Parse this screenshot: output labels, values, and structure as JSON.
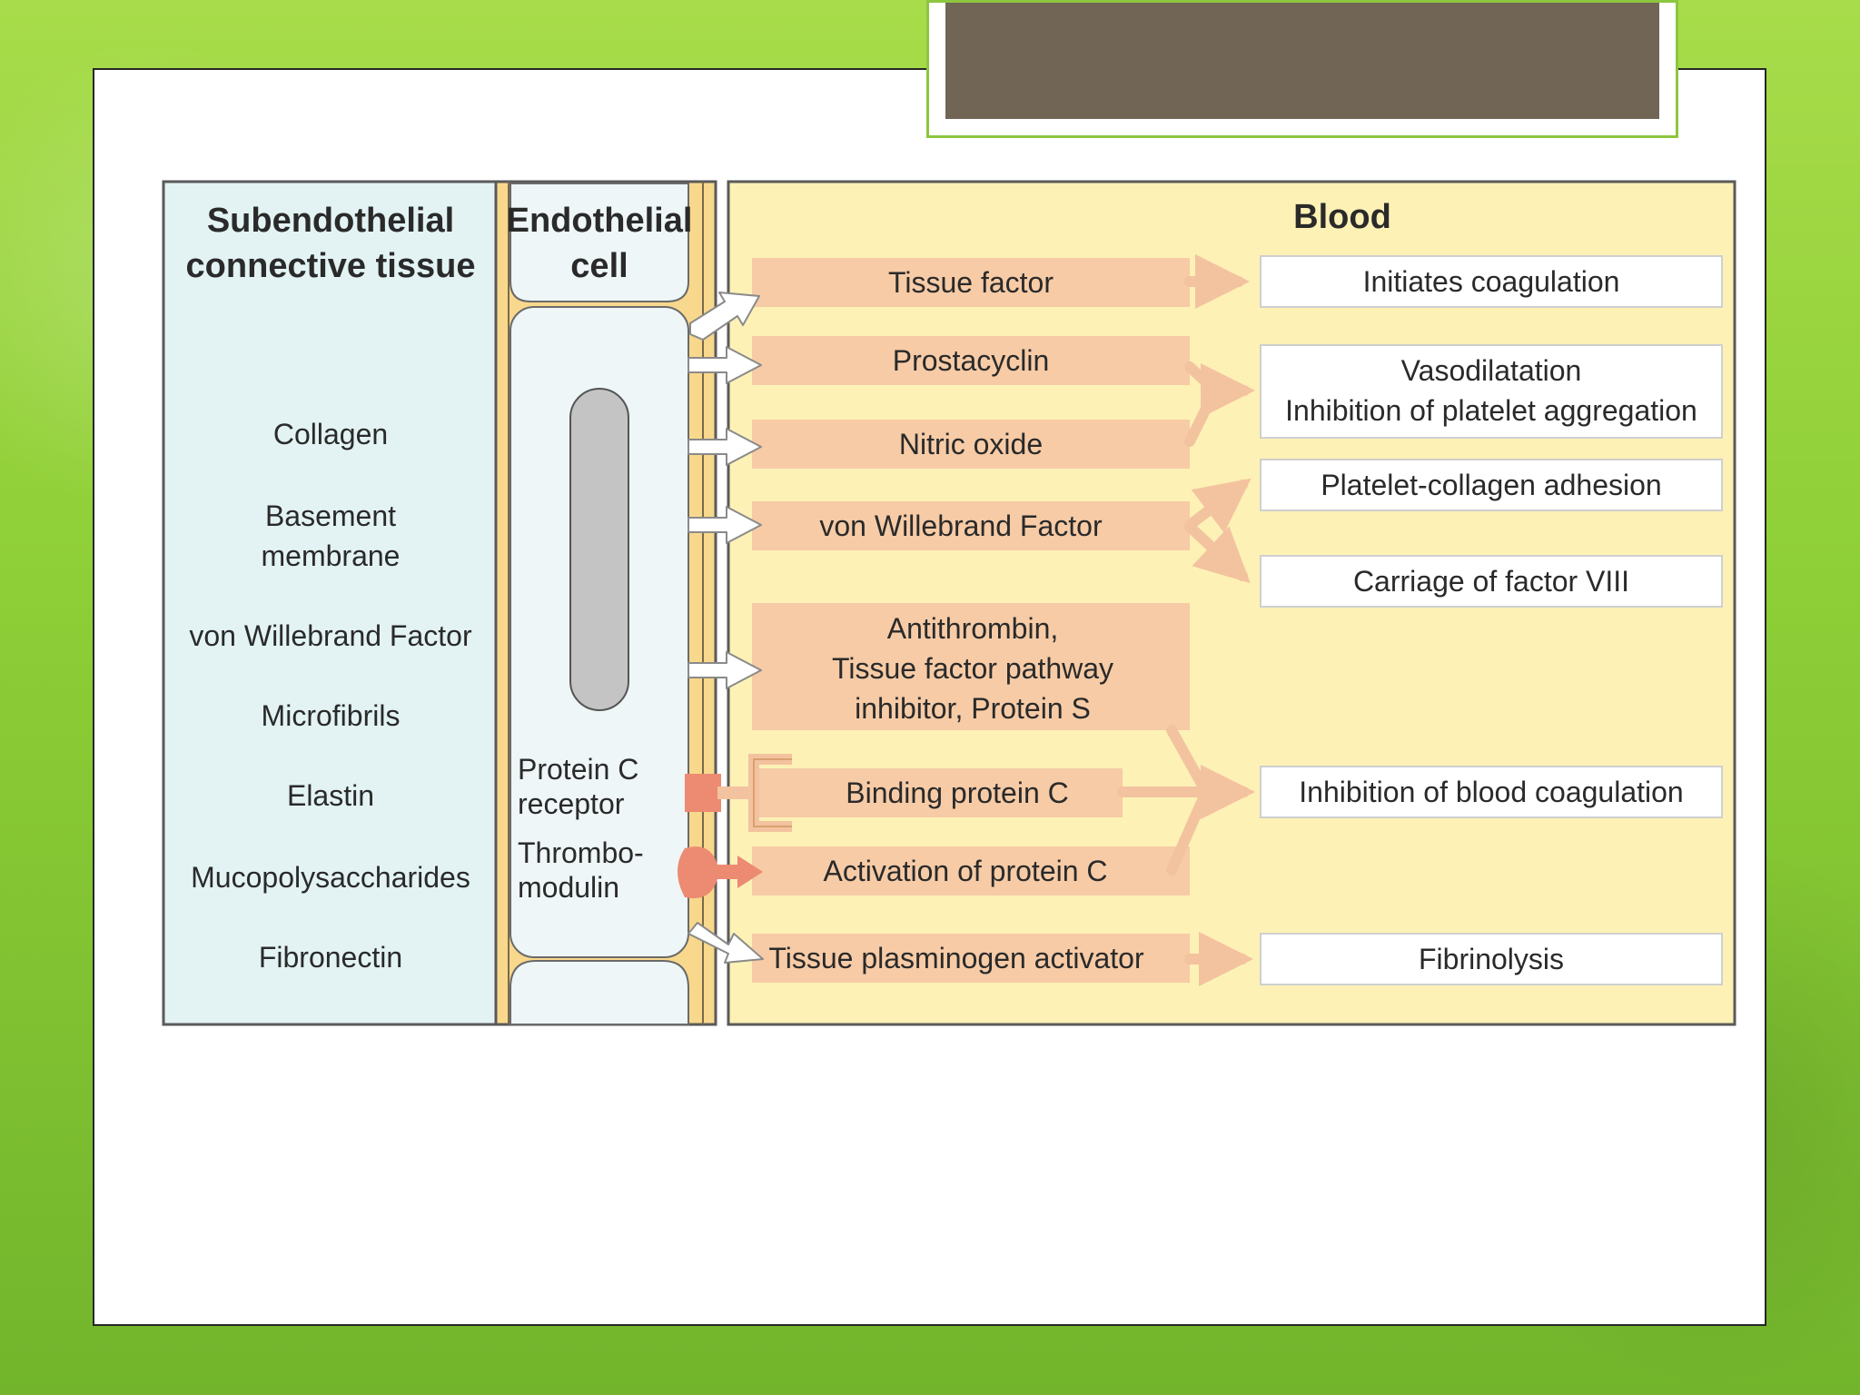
{
  "diagram": {
    "columns": {
      "subendothelial": "Subendothelial\nconnective tissue",
      "endothelial": "Endothelial\ncell",
      "blood": "Blood"
    },
    "subendothelial_items": [
      "Collagen",
      "Basement\nmembrane",
      "von Willebrand Factor",
      "Microfibrils",
      "Elastin",
      "Mucopolysaccharides",
      "Fibronectin"
    ],
    "cell_labels": {
      "protein_c_receptor": "Protein C\nreceptor",
      "thrombomodulin": "Thrombo-\nmodulin"
    },
    "products": [
      "Tissue factor",
      "Prostacyclin",
      "Nitric oxide",
      "von Willebrand Factor",
      "Antithrombin,\nTissue factor pathway\ninhibitor, Protein S",
      "Binding protein C",
      "Activation of protein C",
      "Tissue plasminogen activator"
    ],
    "effects": [
      "Initiates coagulation",
      "Vasodilatation\nInhibition of platelet aggregation",
      "Platelet-collagen adhesion",
      "Carriage of factor VIII",
      "Inhibition of blood coagulation",
      "Fibrinolysis"
    ],
    "colors": {
      "tissue_bg": "#e3f3f4",
      "blood_bg": "#fdf1b6",
      "membrane": "#f8d88c",
      "bar_fill": "#f6cba6",
      "arrow_fill": "#f3c39f",
      "accent_red": "#ec8a72",
      "nucleus": "#c4c4c4",
      "slide_title_bar": "#716556",
      "page_green": "#8dc63f"
    }
  }
}
